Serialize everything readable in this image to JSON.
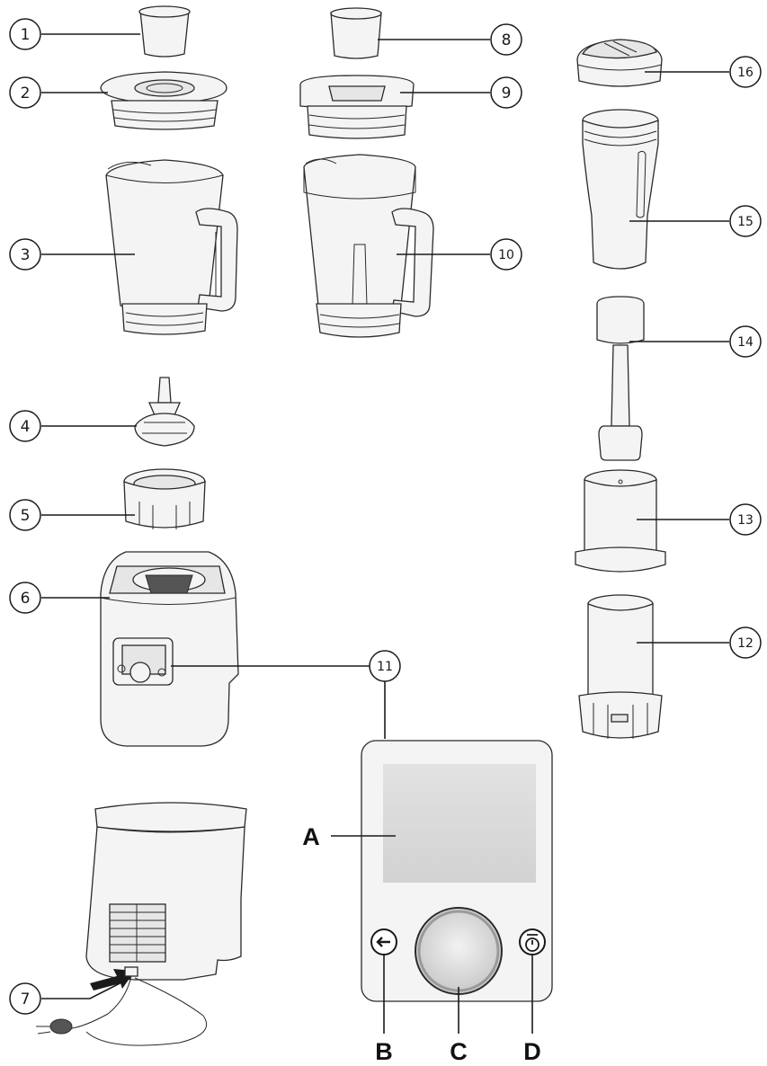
{
  "callouts": [
    "1",
    "2",
    "3",
    "4",
    "5",
    "6",
    "7",
    "8",
    "9",
    "10",
    "11",
    "12",
    "13",
    "14",
    "15",
    "16"
  ],
  "letters": [
    "A",
    "B",
    "C",
    "D"
  ],
  "icons": {
    "back": "back-arrow-icon",
    "timer": "timer-icon",
    "knob": "control-knob-icon"
  },
  "colors": {
    "line": "#1a1a1a",
    "part_fill": "#f4f4f4",
    "screen_gray": "#dcdcdc"
  }
}
